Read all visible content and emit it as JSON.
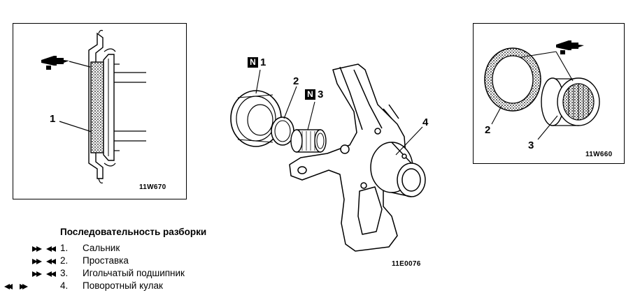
{
  "left_panel": {
    "code": "11W670",
    "callout": "1"
  },
  "center": {
    "code": "11E0076",
    "callouts": {
      "c1": "1",
      "c2": "2",
      "c3": "3",
      "c4": "4"
    },
    "new_part_mark": "N"
  },
  "right_panel": {
    "code": "11W660",
    "callouts": {
      "c2": "2",
      "c3": "3"
    }
  },
  "sequence": {
    "title": "Последовательность разборки",
    "items": [
      {
        "num": "1.",
        "text": "Сальник",
        "mark": "remove"
      },
      {
        "num": "2.",
        "text": "Проставка",
        "mark": "remove"
      },
      {
        "num": "3.",
        "text": "Игольчатый подшипник",
        "mark": "remove"
      },
      {
        "num": "4.",
        "text": "Поворотный кулак",
        "mark": "install"
      }
    ]
  }
}
